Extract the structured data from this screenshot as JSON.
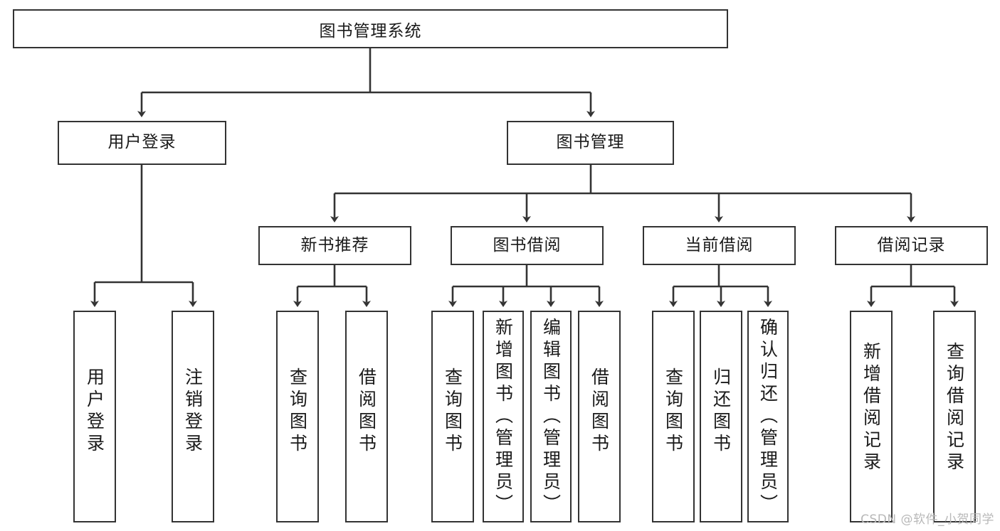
{
  "diagram": {
    "type": "hierarchy-tree",
    "title": "图书管理系统",
    "root": {
      "label": "图书管理系统"
    },
    "level2": [
      {
        "label": "用户登录"
      },
      {
        "label": "图书管理"
      }
    ],
    "level3": [
      {
        "label": "新书推荐"
      },
      {
        "label": "图书借阅"
      },
      {
        "label": "当前借阅"
      },
      {
        "label": "借阅记录"
      }
    ],
    "leaves": {
      "user_login": [
        {
          "label": "用户登录"
        },
        {
          "label": "注销登录"
        }
      ],
      "new_book_recommend": [
        {
          "label": "查询图书"
        },
        {
          "label": "借阅图书"
        }
      ],
      "book_borrow": [
        {
          "label": "查询图书"
        },
        {
          "label": "新增图书（管理员）"
        },
        {
          "label": "编辑图书（管理员）"
        },
        {
          "label": "借阅图书"
        }
      ],
      "current_borrow": [
        {
          "label": "查询图书"
        },
        {
          "label": "归还图书"
        },
        {
          "label": "确认归还（管理员）"
        }
      ],
      "borrow_record": [
        {
          "label": "新增借阅记录"
        },
        {
          "label": "查询借阅记录"
        }
      ]
    }
  },
  "watermark": {
    "text": "CSDN @软件_小贺同学"
  },
  "colors": {
    "box_border": "#333333",
    "box_fill": "#ffffff",
    "edge": "#333333",
    "text": "#1a1a1a",
    "watermark": "#b8b8b8"
  }
}
